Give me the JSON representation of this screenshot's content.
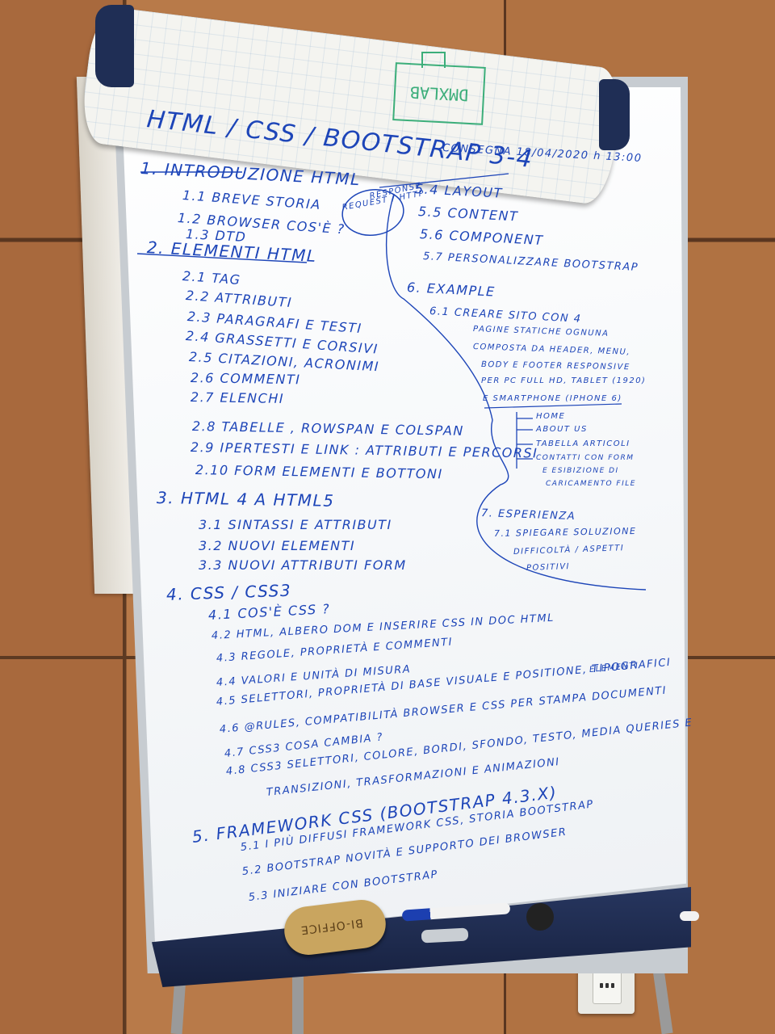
{
  "board": {
    "logo": "DMXLAB",
    "title": "HTML / CSS / BOOTSTRAP 3-4",
    "consegna": "CONSEGNA 18/04/2020 h 13:00",
    "request": "REQUEST / HTTP",
    "response": "RESPONSE",
    "left_outline": [
      "1. INTRODUZIONE HTML",
      "1.1 BREVE STORIA",
      "1.2 BROWSER COS'È ?",
      "1.3 DTD",
      "2. ELEMENTI HTML",
      "2.1 TAG",
      "2.2 ATTRIBUTI",
      "2.3 PARAGRAFI E TESTI",
      "2.4 GRASSETTI E CORSIVI",
      "2.5 CITAZIONI, ACRONIMI",
      "2.6 COMMENTI",
      "2.7 ELENCHI",
      "2.8 TABELLE , ROWSPAN E COLSPAN",
      "2.9 IPERTESTI E LINK : ATTRIBUTI E PERCORSI",
      "2.10 FORM ELEMENTI E BOTTONI",
      "3. HTML 4 A HTML5",
      "3.1 SINTASSI E ATTRIBUTI",
      "3.2 NUOVI ELEMENTI",
      "3.3 NUOVI ATTRIBUTI FORM",
      "4. CSS / CSS3",
      "4.1 COS'È CSS ?",
      "4.2 HTML, ALBERO DOM E INSERIRE CSS IN DOC HTML",
      "4.3 REGOLE, PROPRIETÀ E COMMENTI",
      "4.4 VALORI E UNITÀ DI MISURA",
      "ELEMENTI",
      "4.5 SELETTORI, PROPRIETÀ DI BASE VISUALE E POSITIONE, TIPOGRAFICI",
      "4.6 @RULES, COMPATIBILITÀ BROWSER E CSS PER STAMPA DOCUMENTI",
      "4.7 CSS3 COSA CAMBIA ?",
      "4.8 CSS3 SELETTORI, COLORE, BORDI, SFONDO, TESTO, MEDIA QUERIES E",
      "TRANSIZIONI, TRASFORMAZIONI E ANIMAZIONI",
      "5. FRAMEWORK CSS (BOOTSTRAP 4.3.X)",
      "5.1 I PIÙ DIFFUSI FRAMEWORK CSS, STORIA BOOTSTRAP",
      "5.2 BOOTSTRAP NOVITÀ E SUPPORTO DEI BROWSER",
      "5.3 INIZIARE CON BOOTSTRAP"
    ],
    "right_outline": [
      "5.4 LAYOUT",
      "5.5 CONTENT",
      "5.6 COMPONENT",
      "5.7 PERSONALIZZARE BOOTSTRAP",
      "6. EXAMPLE",
      "6.1 CREARE SITO CON 4",
      "PAGINE STATICHE OGNUNA",
      "COMPOSTA DA HEADER, MENU,",
      "BODY E FOOTER RESPONSIVE",
      "PER PC FULL HD, TABLET (1920)",
      "E SMARTPHONE (IPHONE 6)",
      "HOME",
      "ABOUT US",
      "TABELLA ARTICOLI",
      "CONTATTI CON FORM",
      "E ESIBIZIONE DI",
      "CARICAMENTO FILE",
      "7. ESPERIENZA",
      "7.1 SPIEGARE SOLUZIONE",
      "DIFFICOLTÀ / ASPETTI",
      "POSITIVI"
    ],
    "eraser_brand": "BI-OFFICE",
    "colors": {
      "ink": "#1d45b8",
      "logo": "#3cae7a",
      "frame": "#1f2e55"
    }
  }
}
